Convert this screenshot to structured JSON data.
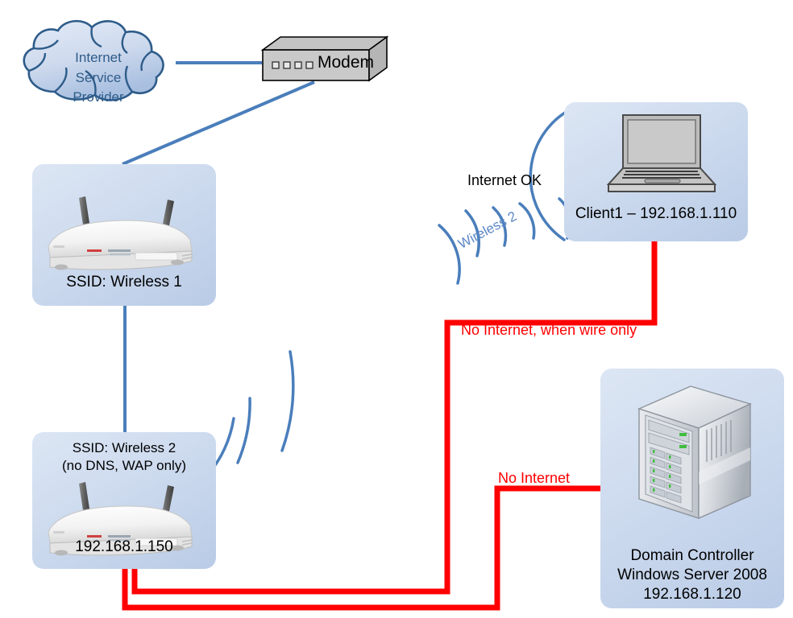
{
  "diagram": {
    "title": "Home network wireless troubleshooting diagram",
    "colors": {
      "link_blue": "#4a7ebb",
      "problem_red": "#ff0000",
      "cloud_fill_light": "#dce6f4",
      "cloud_stroke": "#2e5c8a",
      "panel_fill": "#cfdcef",
      "device_gray": "#c9c9c9",
      "led_green": "#3fbf3f",
      "label_black": "#000000",
      "wireless_tag_blue": "#5b87c5"
    }
  },
  "nodes": {
    "isp_cloud": {
      "icon": "cloud-icon",
      "lines": [
        "Internet",
        "Service",
        "Provider"
      ]
    },
    "modem": {
      "icon": "modem-icon",
      "label": "Modem",
      "led_count": 4
    },
    "router1": {
      "icon": "wireless-router-icon",
      "label_below": "SSID: Wireless 1"
    },
    "router2": {
      "icon": "wireless-router-icon",
      "label_above_line1": "SSID: Wireless 2",
      "label_above_line2": "(no DNS, WAP only)",
      "label_below": "192.168.1.150"
    },
    "client1": {
      "icon": "laptop-icon",
      "label": "Client1 – 192.168.1.110"
    },
    "server": {
      "icon": "server-tower-icon",
      "label_line1": "Domain Controller",
      "label_line2": "Windows Server 2008",
      "label_line3": "192.168.1.120"
    }
  },
  "annotations": {
    "internet_ok": "Internet OK",
    "wireless2_tag": "Wireless 2",
    "no_internet_wire_only": "No Internet, when wire only",
    "no_internet": "No Internet"
  }
}
